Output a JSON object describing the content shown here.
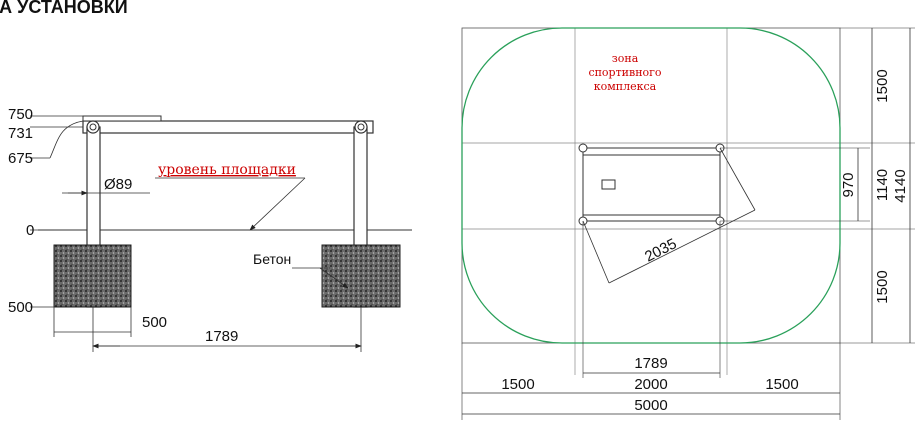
{
  "header": {
    "title_fragment": "ТАЖА УСТАНОВКИ"
  },
  "side_view": {
    "heights": [
      "750",
      "731",
      "675",
      "0",
      "500"
    ],
    "diameter": "Ø89",
    "ground_label": "уровень площадки",
    "concrete_label": "Бетон",
    "foot_width": "500",
    "span": "1789"
  },
  "plan_view": {
    "zone_line1": "зона",
    "zone_line2": "спортивного",
    "zone_line3": "комплекса",
    "diagonal": "2035",
    "inner_span": "1789",
    "widths": [
      "1500",
      "2000",
      "1500"
    ],
    "total_width": "5000",
    "right_dims": [
      "1500",
      "970",
      "1140",
      "1500"
    ],
    "total_height": "4140"
  },
  "colors": {
    "zone_outline": "#2aa05a",
    "label_red": "#cc0000",
    "concrete": "#444444"
  }
}
